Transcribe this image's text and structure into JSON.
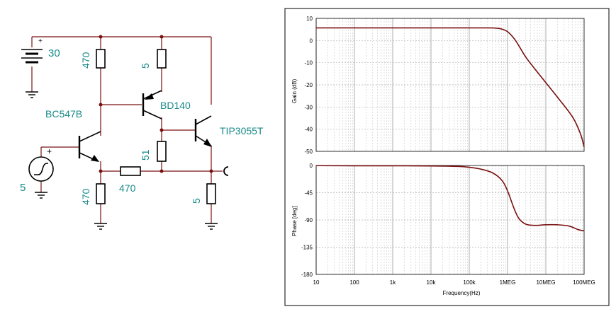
{
  "schematic": {
    "battery_label": "30",
    "battery_plus": "+",
    "source_label": "5",
    "source_plus": "+",
    "r_top_left": "470",
    "r_top_right": "5",
    "r_mid": "51",
    "r_emitter": "470",
    "r_series": "470",
    "r_load": "5",
    "q1_label": "BC547B",
    "q2_label": "BD140",
    "q3_label": "TIP3055T"
  },
  "colors": {
    "wire": "#7a1010",
    "label": "#1a8a8a",
    "curve": "#7a1010",
    "grid_major": "#9a9a9a"
  },
  "chart_data": [
    {
      "type": "line",
      "title": "",
      "xlabel": "",
      "ylabel": "Gain (dB)",
      "xscale": "log",
      "xlim": [
        10,
        100000000
      ],
      "ylim": [
        -50,
        10
      ],
      "yticks": [
        "10",
        "0",
        "-10",
        "-20",
        "-30",
        "-40",
        "-50"
      ],
      "grid": true,
      "series": [
        {
          "x": [
            10,
            100,
            1000,
            10000,
            100000,
            300000,
            500000,
            700000,
            1000000,
            1500000,
            2000000,
            3000000,
            5000000,
            10000000,
            20000000,
            50000000,
            80000000,
            100000000
          ],
          "y": [
            5.7,
            5.7,
            5.7,
            5.7,
            5.7,
            5.7,
            5.6,
            5.2,
            4.0,
            0.8,
            -2.5,
            -7.5,
            -12.5,
            -19.0,
            -25.5,
            -34.5,
            -42.0,
            -48.0
          ]
        }
      ]
    },
    {
      "type": "line",
      "title": "",
      "xlabel": "Frequency(Hz)",
      "ylabel": "Phase [deg]",
      "xscale": "log",
      "xlim": [
        10,
        100000000
      ],
      "ylim": [
        -180,
        0
      ],
      "xticks": [
        "10",
        "100",
        "1k",
        "10k",
        "100k",
        "1MEG",
        "10MEG",
        "100MEG"
      ],
      "yticks": [
        "0",
        "-45",
        "-90",
        "-135",
        "-180"
      ],
      "grid": true,
      "series": [
        {
          "x": [
            10,
            100,
            1000,
            10000,
            50000,
            100000,
            200000,
            400000,
            700000,
            1000000,
            1500000,
            2000000,
            3000000,
            5000000,
            10000000,
            20000000,
            40000000,
            70000000,
            100000000
          ],
          "y": [
            -0.3,
            -0.5,
            -0.5,
            -0.8,
            -1.5,
            -3.0,
            -6.0,
            -12.0,
            -24.0,
            -42.0,
            -72.0,
            -88.0,
            -97.0,
            -99.0,
            -98.0,
            -98.0,
            -100.0,
            -106.0,
            -108.0
          ]
        }
      ]
    }
  ]
}
